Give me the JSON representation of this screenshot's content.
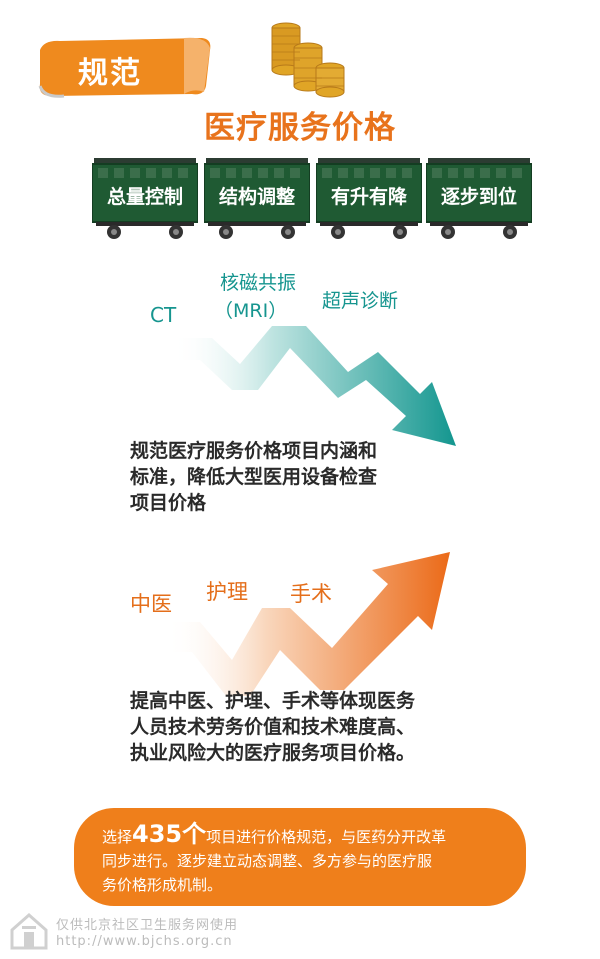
{
  "header": {
    "tag_label": "规范"
  },
  "title": "医疗服务价格",
  "train_cars": [
    {
      "label": "总量控制"
    },
    {
      "label": "结构调整"
    },
    {
      "label": "有升有降"
    },
    {
      "label": "逐步到位"
    }
  ],
  "down_section": {
    "labels": [
      "CT",
      "核磁共振",
      "（MRI）",
      "超声诊断"
    ],
    "text_lines": [
      "规范医疗服务价格项目内涵和",
      "标准，降低大型医用设备检查",
      "项目价格"
    ]
  },
  "up_section": {
    "labels": [
      "中医",
      "护理",
      "手术"
    ],
    "text_lines": [
      "提高中医、护理、手术等体现医务",
      "人员技术劳务价值和技术难度高、",
      "执业风险大的医疗服务项目价格。"
    ]
  },
  "bottom_box": {
    "prefix": "选择",
    "number": "435个",
    "line1_rest": "项目进行价格规范，与医药分开改革",
    "line2": "同步进行。逐步建立动态调整、多方参与的医疗服",
    "line3": "务价格形成机制。"
  },
  "footer": {
    "line1": "仅供北京社区卫生服务网使用",
    "line2": "http://www.bjchs.org.cn"
  },
  "colors": {
    "orange": "#e8731c",
    "teal": "#16958f",
    "train_green": "#1f5a33"
  }
}
